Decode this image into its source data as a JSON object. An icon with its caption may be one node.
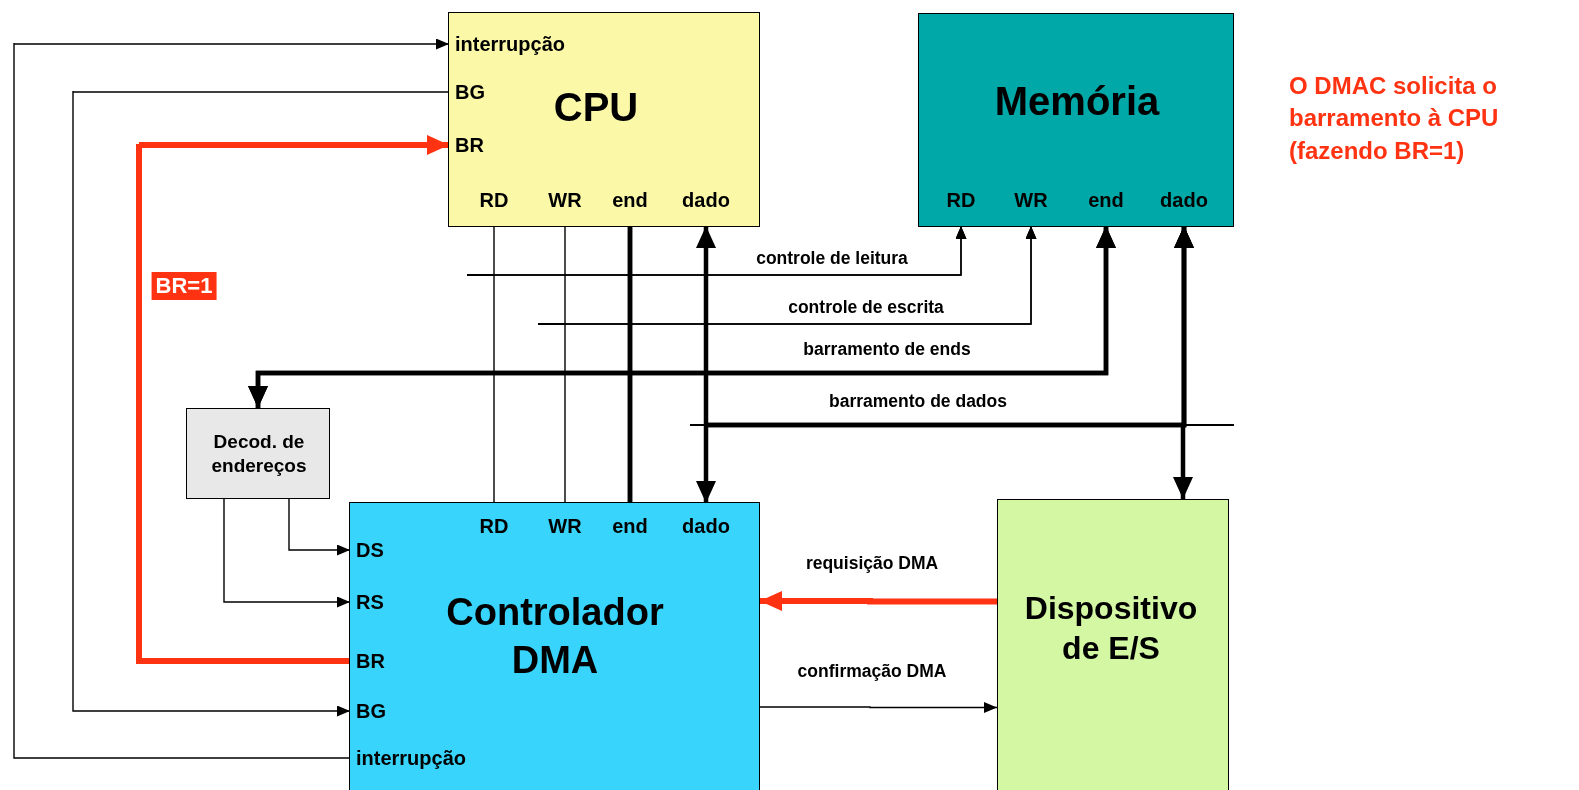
{
  "diagram": {
    "nodes": [
      {
        "text": [
          "CPU"
        ]
      },
      {
        "text": [
          "interrupção"
        ],
        "in": 0
      },
      {
        "text": [
          "BG"
        ],
        "in": 0
      },
      {
        "text": [
          "BR"
        ],
        "in": 0
      },
      {
        "text": [
          "RD"
        ],
        "in": 0
      },
      {
        "text": [
          "WR"
        ],
        "in": 0
      },
      {
        "text": [
          "end"
        ],
        "in": 0
      },
      {
        "text": [
          "dado"
        ],
        "in": 0
      },
      {
        "text": [
          "Memória"
        ]
      },
      {
        "text": [
          "RD"
        ],
        "in": 8
      },
      {
        "text": [
          "WR"
        ],
        "in": 8
      },
      {
        "text": [
          "end"
        ],
        "in": 8
      },
      {
        "text": [
          "dado"
        ],
        "in": 8
      },
      {
        "text": [
          "Decod. de endereços"
        ]
      },
      {
        "text": [
          "Controlador DMA"
        ]
      },
      {
        "text": [
          "RD"
        ],
        "in": 14
      },
      {
        "text": [
          "WR"
        ],
        "in": 14
      },
      {
        "text": [
          "end"
        ],
        "in": 14
      },
      {
        "text": [
          "dado"
        ],
        "in": 14
      },
      {
        "text": [
          "DS"
        ],
        "in": 14
      },
      {
        "text": [
          "RS"
        ],
        "in": 14
      },
      {
        "text": [
          "BR"
        ],
        "in": 14
      },
      {
        "text": [
          "BG"
        ],
        "in": 14
      },
      {
        "text": [
          "interrupção"
        ],
        "in": 14
      },
      {
        "text": [
          "Dispositivo de E/S"
        ]
      }
    ],
    "edges": [
      {
        "from": 23,
        "to": 1,
        "arrow": "to"
      },
      {
        "from": 2,
        "to": 22,
        "arrow": "to"
      },
      {
        "from": 21,
        "to": 3,
        "arrow": "to",
        "label": "BR=1",
        "style": "thick",
        "color": "#ff3311"
      },
      {
        "from": 4,
        "to": 9,
        "arrow": "to",
        "label": "controle de leitura"
      },
      {
        "from": 15,
        "to": 9,
        "arrow": "to"
      },
      {
        "from": 5,
        "to": 10,
        "arrow": "to",
        "label": "controle de escrita"
      },
      {
        "from": 16,
        "to": 10,
        "arrow": "to"
      },
      {
        "from": 6,
        "to": 11,
        "arrow": "to",
        "label": "barramento de ends",
        "style": "thick"
      },
      {
        "from": 17,
        "to": 11,
        "arrow": "to",
        "style": "thick"
      },
      {
        "from": 6,
        "to": 13,
        "arrow": "to",
        "style": "thick"
      },
      {
        "from": 17,
        "to": 13,
        "arrow": "to",
        "style": "thick"
      },
      {
        "from": 7,
        "to": 12,
        "arrow": "both",
        "label": "barramento de dados",
        "style": "thick"
      },
      {
        "from": 18,
        "to": 12,
        "arrow": "both",
        "style": "thick"
      },
      {
        "from": 24,
        "to": 12,
        "arrow": "both",
        "style": "thick"
      },
      {
        "from": 13,
        "to": 19,
        "arrow": "to"
      },
      {
        "from": 13,
        "to": 20,
        "arrow": "to"
      },
      {
        "from": 24,
        "to": 14,
        "arrow": "to",
        "label": "requisição DMA",
        "style": "thick",
        "color": "#ff3311"
      },
      {
        "from": 14,
        "to": 24,
        "arrow": "to",
        "label": "confirmação DMA"
      }
    ],
    "labels": [
      "O DMAC solicita o barramento à CPU (fazendo BR=1)"
    ]
  }
}
